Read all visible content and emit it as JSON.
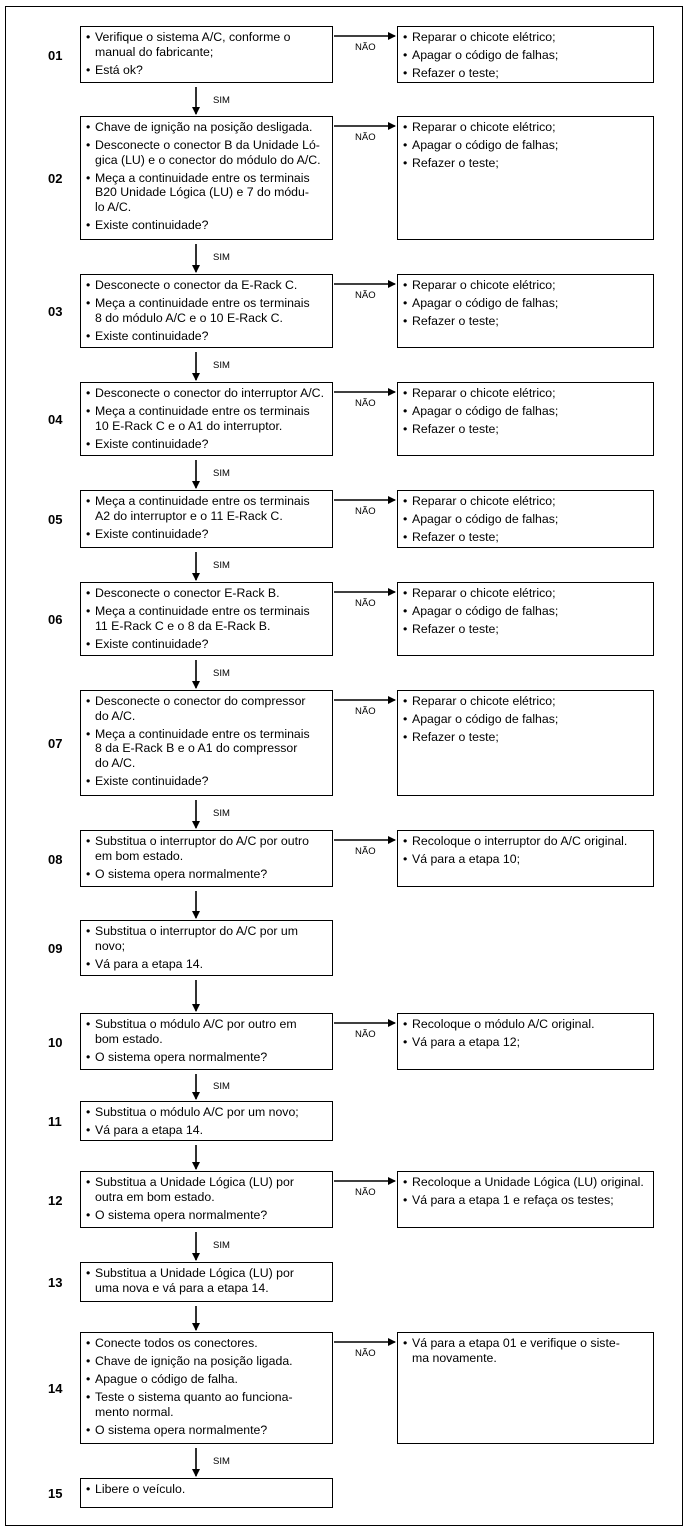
{
  "yes_label": "SIM",
  "no_label": "NÃO",
  "bullet": "•",
  "steps": [
    {
      "num": "01",
      "items": [
        "Verifique o sistema A/C, conforme o\nmanual do fabricante;",
        "Está ok?"
      ],
      "no_items": [
        "Reparar o chicote elétrico;",
        "Apagar o código de falhas;",
        "Refazer o teste;"
      ],
      "sim_below": true
    },
    {
      "num": "02",
      "items": [
        "Chave de ignição na posição desligada.",
        "Desconecte o conector B da Unidade Ló-\ngica (LU) e o conector do módulo do A/C.",
        "Meça a continuidade entre os terminais\nB20 Unidade Lógica (LU) e 7 do módu-\nlo A/C.",
        "Existe continuidade?"
      ],
      "no_items": [
        "Reparar o chicote elétrico;",
        "Apagar o código de falhas;",
        "Refazer o teste;"
      ],
      "sim_below": true
    },
    {
      "num": "03",
      "items": [
        "Desconecte o conector da E-Rack C.",
        "Meça a continuidade entre os terminais\n8 do módulo A/C e o 10 E-Rack C.",
        "Existe continuidade?"
      ],
      "no_items": [
        "Reparar o chicote elétrico;",
        "Apagar o código de falhas;",
        "Refazer o teste;"
      ],
      "sim_below": true
    },
    {
      "num": "04",
      "items": [
        "Desconecte o conector do interruptor A/C.",
        "Meça a continuidade entre os terminais\n10 E-Rack C e o A1 do interruptor.",
        "Existe continuidade?"
      ],
      "no_items": [
        "Reparar o chicote elétrico;",
        "Apagar o código de falhas;",
        "Refazer o teste;"
      ],
      "sim_below": true
    },
    {
      "num": "05",
      "items": [
        "Meça a continuidade entre os terminais\nA2 do interruptor e o 11 E-Rack C.",
        "Existe continuidade?"
      ],
      "no_items": [
        "Reparar o chicote elétrico;",
        "Apagar o código de falhas;",
        "Refazer o teste;"
      ],
      "sim_below": true
    },
    {
      "num": "06",
      "items": [
        "Desconecte o conector E-Rack B.",
        "Meça a continuidade entre os terminais\n11 E-Rack C e o 8 da E-Rack B.",
        "Existe continuidade?"
      ],
      "no_items": [
        "Reparar o chicote elétrico;",
        "Apagar o código de falhas;",
        "Refazer o teste;"
      ],
      "sim_below": true
    },
    {
      "num": "07",
      "items": [
        "Desconecte o conector do compressor\ndo A/C.",
        "Meça a continuidade entre os terminais\n8 da E-Rack B e o A1 do compressor\ndo A/C.",
        "Existe continuidade?"
      ],
      "no_items": [
        "Reparar o chicote elétrico;",
        "Apagar o código de falhas;",
        "Refazer o teste;"
      ],
      "sim_below": true
    },
    {
      "num": "08",
      "items": [
        "Substitua o interruptor do A/C por outro\nem bom estado.",
        "O sistema opera normalmente?"
      ],
      "no_items": [
        "Recoloque o interruptor do A/C original.",
        "Vá para a etapa 10;"
      ],
      "sim_below": false
    },
    {
      "num": "09",
      "items": [
        "Substitua o interruptor do A/C por um\nnovo;",
        "Vá para a etapa 14."
      ],
      "no_items": [],
      "sim_below": false
    },
    {
      "num": "10",
      "items": [
        "Substitua o módulo A/C por outro em\nbom estado.",
        "O sistema opera normalmente?"
      ],
      "no_items": [
        "Recoloque o módulo A/C original.",
        "Vá para a etapa 12;"
      ],
      "sim_below": true
    },
    {
      "num": "11",
      "items": [
        "Substitua o módulo A/C por um novo;",
        "Vá para a etapa 14."
      ],
      "no_items": [],
      "sim_below": false
    },
    {
      "num": "12",
      "items": [
        "Substitua a Unidade Lógica (LU) por\noutra em bom estado.",
        "O sistema opera normalmente?"
      ],
      "no_items": [
        "Recoloque a Unidade Lógica (LU) original.",
        "Vá para a etapa 1 e refaça os testes;"
      ],
      "sim_below": true
    },
    {
      "num": "13",
      "items": [
        "Substitua a Unidade Lógica (LU) por\numa nova e vá para a etapa 14."
      ],
      "no_items": [],
      "sim_below": false
    },
    {
      "num": "14",
      "items": [
        "Conecte todos os conectores.",
        "Chave de ignição na posição ligada.",
        "Apague o código de falha.",
        "Teste o sistema quanto ao funciona-\nmento normal.",
        "O sistema opera normalmente?"
      ],
      "no_items": [
        "Vá para a etapa 01 e verifique o siste-\nma novamente."
      ],
      "sim_below": true
    },
    {
      "num": "15",
      "items": [
        "Libere o veículo."
      ],
      "no_items": [],
      "sim_below": false
    }
  ]
}
